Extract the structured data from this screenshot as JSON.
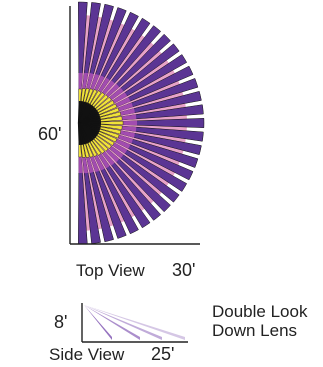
{
  "top_view": {
    "width_label": "60'",
    "range_label": "30'",
    "caption": "Top View"
  },
  "side_view": {
    "height_label": "8'",
    "range_label": "25'",
    "caption": "Side View"
  },
  "lens": {
    "line1": "Double Look",
    "line2": "Down Lens"
  },
  "colors": {
    "outer_zone": "#5b3594",
    "middle_zone": "#a24cb0",
    "inner_zone": "#f0e23a",
    "fan_background": "#e7a2c8",
    "center_marks": "#111111",
    "axis_lines": "#222222",
    "side_beams": "#8a63b8"
  }
}
